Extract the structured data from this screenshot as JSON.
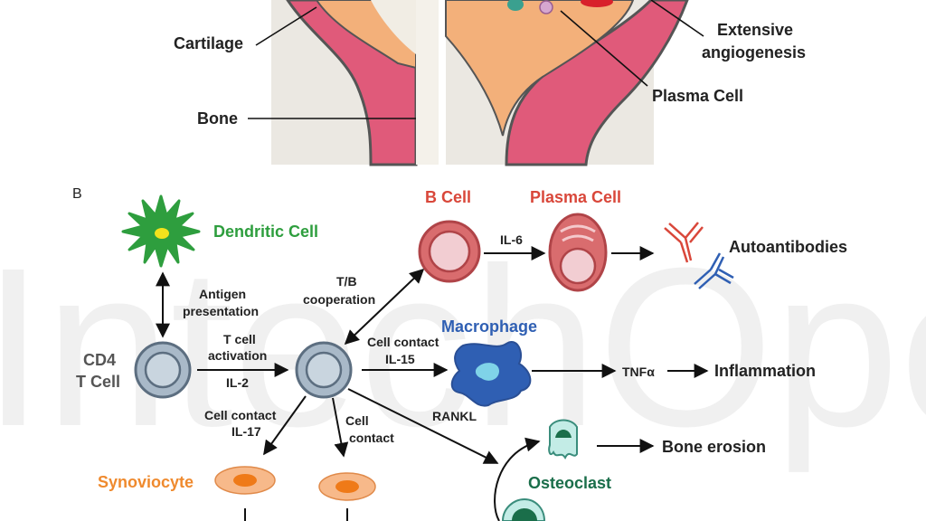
{
  "panel_a": {
    "labels": {
      "cartilage": "Cartilage",
      "bone": "Bone",
      "angiogenesis_line1": "Extensive",
      "angiogenesis_line2": "angiogenesis",
      "plasma_cell": "Plasma Cell"
    }
  },
  "panel_b": {
    "panel_letter": "B",
    "cells": {
      "dendritic": "Dendritic Cell",
      "cd4_line1": "CD4",
      "cd4_line2": "T Cell",
      "b_cell": "B Cell",
      "plasma_cell": "Plasma Cell",
      "macrophage": "Macrophage",
      "osteoclast": "Osteoclast",
      "synoviocyte": "Synoviocyte"
    },
    "signals": {
      "antigen_line1": "Antigen",
      "antigen_line2": "presentation",
      "tcell_act_line1": "T cell",
      "tcell_act_line2": "activation",
      "il2": "IL-2",
      "tb_line1": "T/B",
      "tb_line2": "cooperation",
      "il6": "IL-6",
      "autoantibodies": "Autoantibodies",
      "contact15_line1": "Cell contact",
      "contact15_line2": "IL-15",
      "tnfa": "TNFα",
      "inflammation": "Inflammation",
      "rankl": "RANKL",
      "bone_erosion": "Bone erosion",
      "contact17_line1": "Cell contact",
      "contact17_line2": "IL-17",
      "contact_line1": "Cell",
      "contact_line2": "contact"
    },
    "colors": {
      "green": "#2e9e3e",
      "red": "#d9473a",
      "blue": "#2f5fb3",
      "orange": "#ef8a2e",
      "teal_dark": "#1a6e4a",
      "tcell_fill": "#a9b9c8",
      "tcell_stroke": "#5c6e80"
    }
  },
  "watermark": {
    "text": "IntechOpen"
  }
}
